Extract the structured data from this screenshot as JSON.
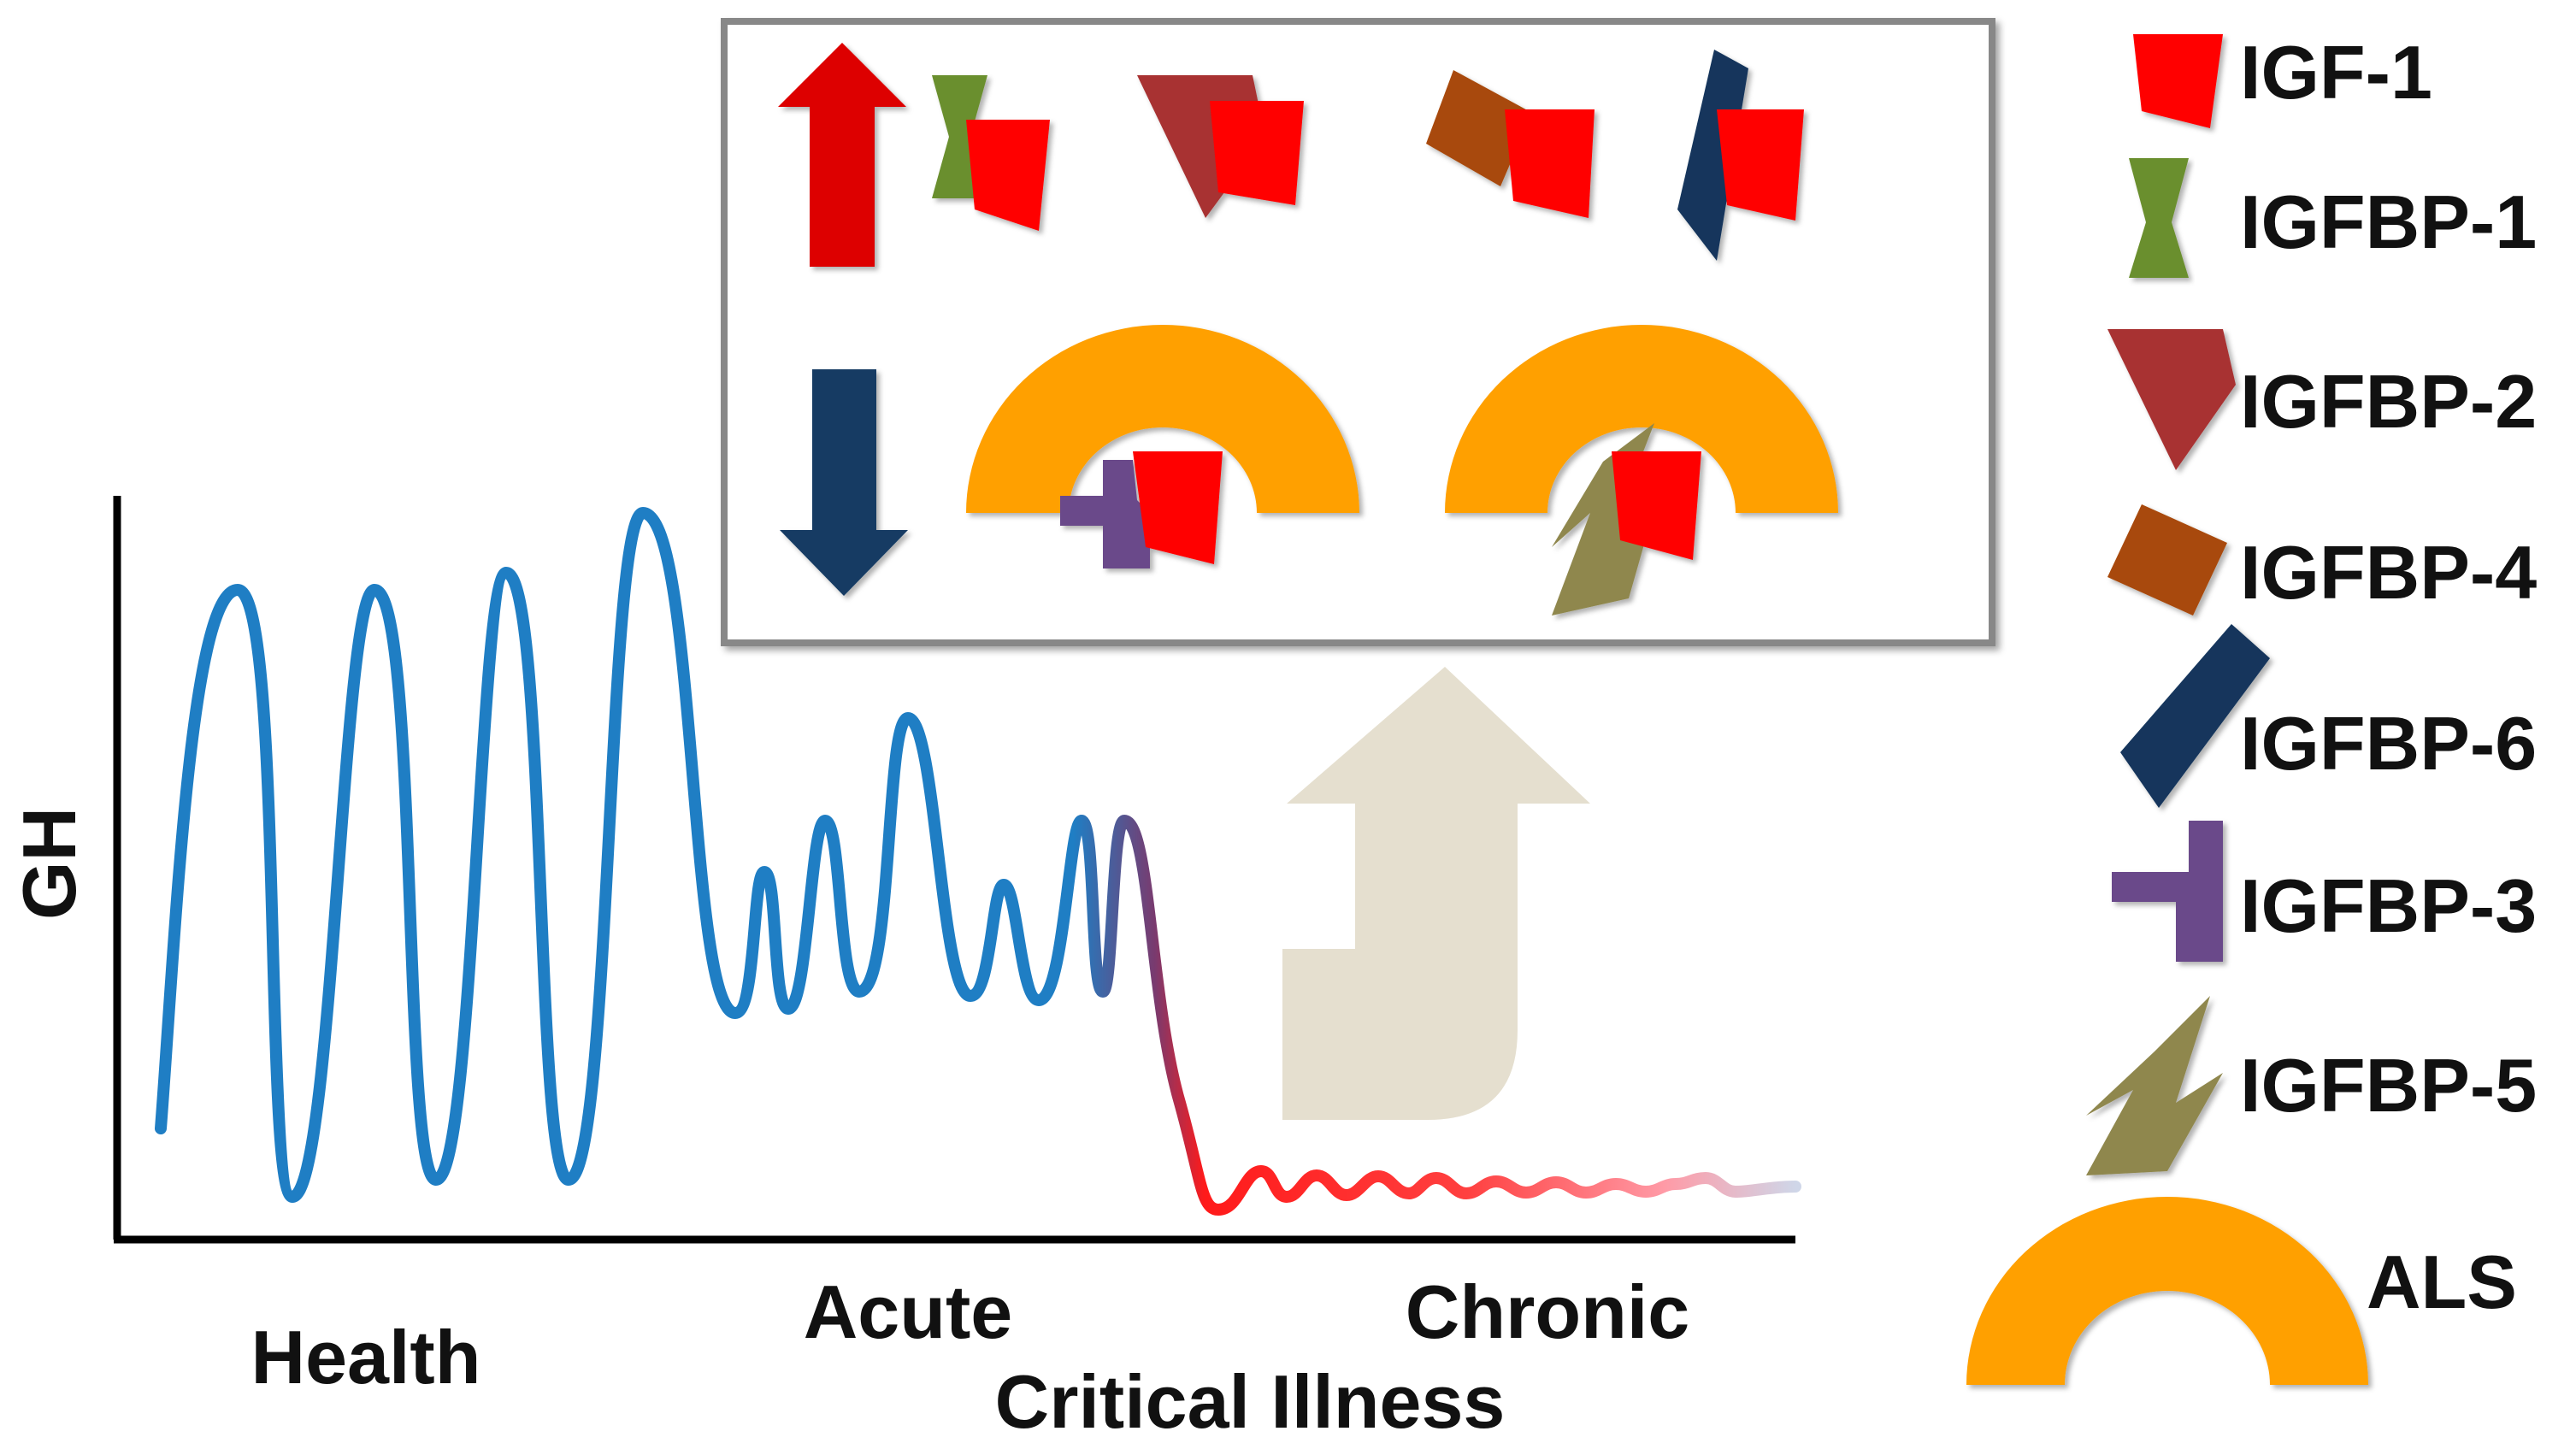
{
  "axis": {
    "y_label": "GH",
    "x_labels": {
      "health": "Health",
      "acute": "Acute",
      "chronic": "Chronic",
      "phase": "Critical Illness"
    }
  },
  "legend": {
    "items": [
      {
        "id": "igf1",
        "label": "IGF-1",
        "color": "#ff0000"
      },
      {
        "id": "igfbp1",
        "label": "IGFBP-1",
        "color": "#6b8f2e"
      },
      {
        "id": "igfbp2",
        "label": "IGFBP-2",
        "color": "#a83232"
      },
      {
        "id": "igfbp4",
        "label": "IGFBP-4",
        "color": "#a84a08"
      },
      {
        "id": "igfbp6",
        "label": "IGFBP-6",
        "color": "#12355b"
      },
      {
        "id": "igfbp3",
        "label": "IGFBP-3",
        "color": "#6b4a8a"
      },
      {
        "id": "igfbp5",
        "label": "IGFBP-5",
        "color": "#8f874e"
      },
      {
        "id": "als",
        "label": "ALS",
        "color": "#ffa000"
      }
    ]
  },
  "colors": {
    "gh_wave_health": "#1f7ec4",
    "gh_wave_transition": "#c0254a",
    "gh_wave_chronic": "#ff3030",
    "up_arrow": "#dd0000",
    "down_arrow": "#123a63",
    "big_arrow": "#e5dfcf",
    "box_border": "#888888"
  }
}
